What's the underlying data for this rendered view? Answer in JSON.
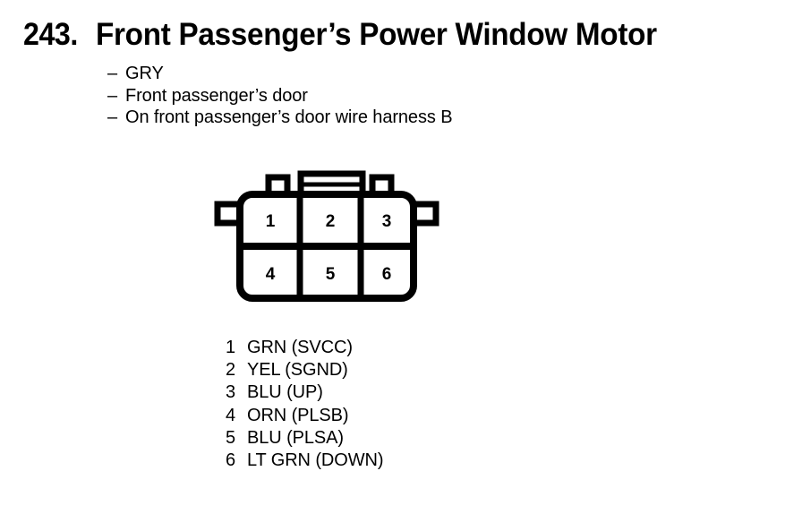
{
  "header": {
    "number": "243.",
    "title": "Front Passenger’s Power Window Motor"
  },
  "bullets": [
    {
      "dash": "–",
      "text": "GRY"
    },
    {
      "dash": "–",
      "text": "Front passenger’s door"
    },
    {
      "dash": "–",
      "text": "On front passenger’s door wire harness B"
    }
  ],
  "connector": {
    "name": "6-pin-connector-diagram",
    "pin_count": 6,
    "rows": 2,
    "columns": 3,
    "cells": [
      {
        "pin": "1"
      },
      {
        "pin": "2"
      },
      {
        "pin": "3"
      },
      {
        "pin": "4"
      },
      {
        "pin": "5"
      },
      {
        "pin": "6"
      }
    ],
    "outline_color": "#000000",
    "fill_color": "#ffffff"
  },
  "pin_legend": [
    {
      "no": "1",
      "label": "GRN (SVCC)"
    },
    {
      "no": "2",
      "label": "YEL (SGND)"
    },
    {
      "no": "3",
      "label": "BLU (UP)"
    },
    {
      "no": "4",
      "label": "ORN (PLSB)"
    },
    {
      "no": "5",
      "label": "BLU (PLSA)"
    },
    {
      "no": "6",
      "label": "LT GRN (DOWN)"
    }
  ]
}
